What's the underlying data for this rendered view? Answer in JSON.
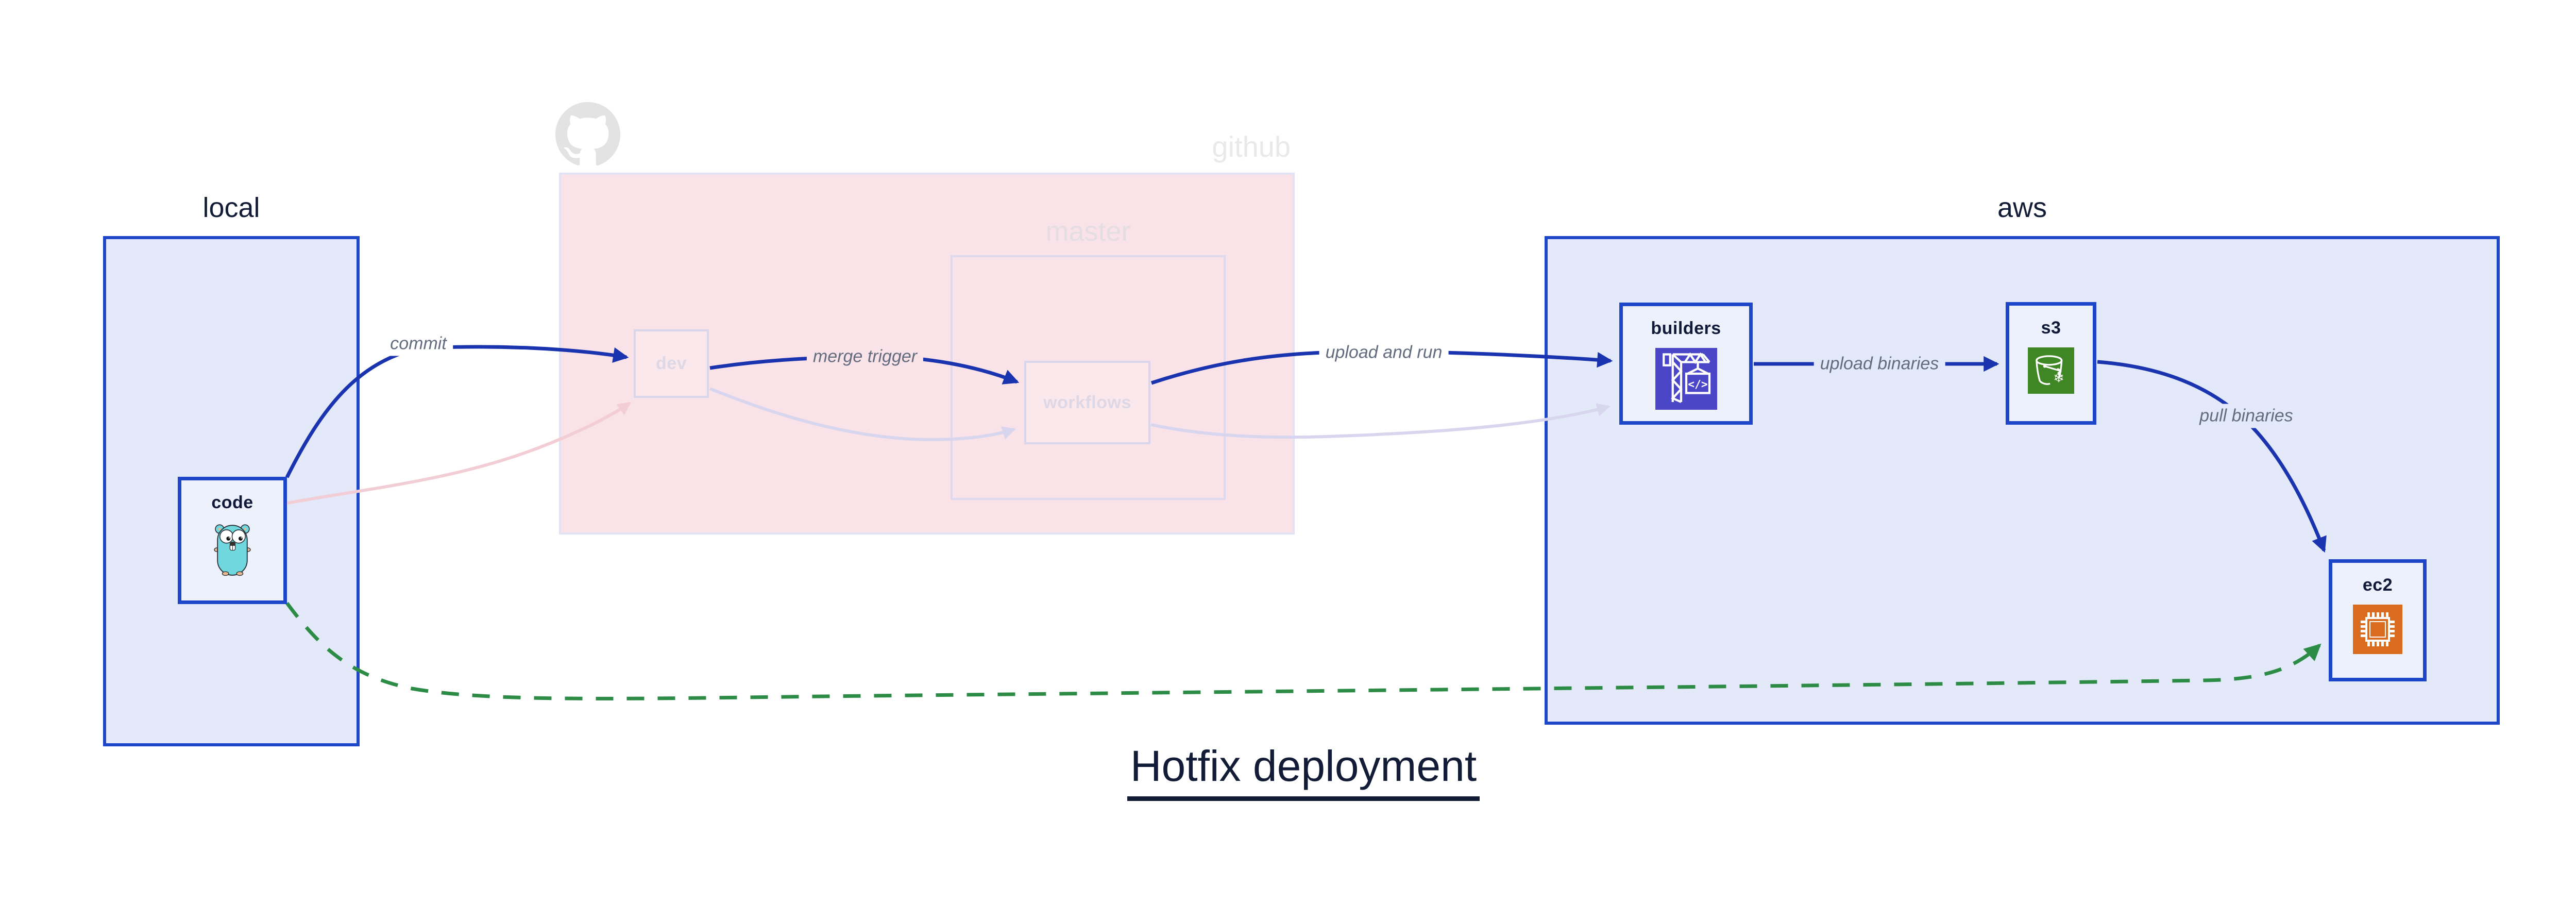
{
  "title": "Hotfix deployment",
  "groups": {
    "local": {
      "label": "local"
    },
    "github": {
      "label": "github",
      "master_label": "master"
    },
    "aws": {
      "label": "aws"
    }
  },
  "nodes": {
    "code": {
      "label": "code"
    },
    "dev": {
      "label": "dev"
    },
    "workflows": {
      "label": "workflows"
    },
    "builders": {
      "label": "builders"
    },
    "s3": {
      "label": "s3"
    },
    "ec2": {
      "label": "ec2"
    }
  },
  "edges": {
    "commit": {
      "label": "commit"
    },
    "merge_trigger": {
      "label": "merge trigger"
    },
    "upload_and_run": {
      "label": "upload and run"
    },
    "upload_binaries": {
      "label": "upload binaries"
    },
    "pull_binaries": {
      "label": "pull binaries"
    }
  },
  "icons": {
    "codebuild_glyph": "</>",
    "s3_snowflake": "❄"
  },
  "colors": {
    "edge_blue": "#1a33ae",
    "border_blue": "#1d46c9",
    "group_fill_blue": "#e4e9f9",
    "node_fill": "#edf1fc",
    "github_pink": "#f9e3e8",
    "faded_border": "#d9d5eb",
    "hotfix_green": "#2c8c46",
    "faded_pink_edge": "#f3cdd6",
    "faded_lavender_edge": "#d8d5ee",
    "edge_label_gray": "#636c7e",
    "codebuild_indigo": "#4b46c8",
    "s3_green": "#3f8624",
    "ec2_orange": "#d96c1e",
    "gopher_cyan": "#6fd7dd",
    "ghost_gray": "#e3e3e3",
    "text_navy": "#131c36"
  }
}
